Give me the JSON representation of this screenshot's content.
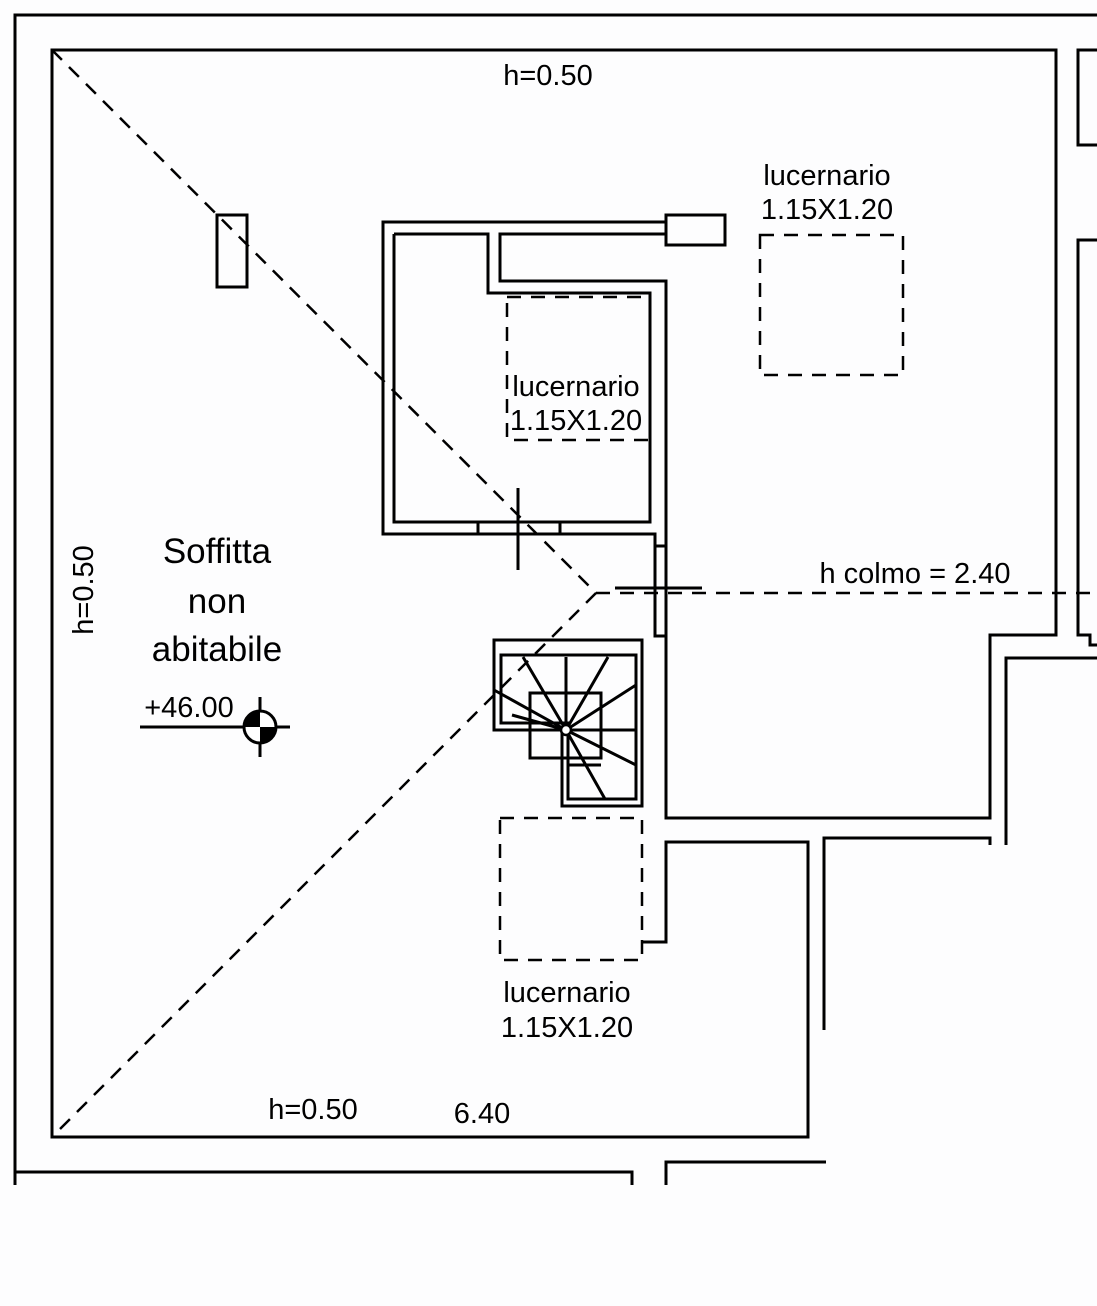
{
  "room": {
    "name_line1": "Soffitta",
    "name_line2": "non",
    "name_line3": "abitabile",
    "elevation": "+46.00"
  },
  "heights": {
    "top": "h=0.50",
    "left": "h=0.50",
    "bottom": "h=0.50",
    "ridge": "h colmo = 2.40"
  },
  "dimension": "6.40",
  "skylights": [
    {
      "label": "lucernario",
      "size": "1.15X1.20"
    },
    {
      "label": "lucernario",
      "size": "1.15X1.20"
    },
    {
      "label": "lucernario",
      "size": "1.15X1.20"
    }
  ],
  "colors": {
    "line": "#000000",
    "background": "#fdfdfe"
  }
}
